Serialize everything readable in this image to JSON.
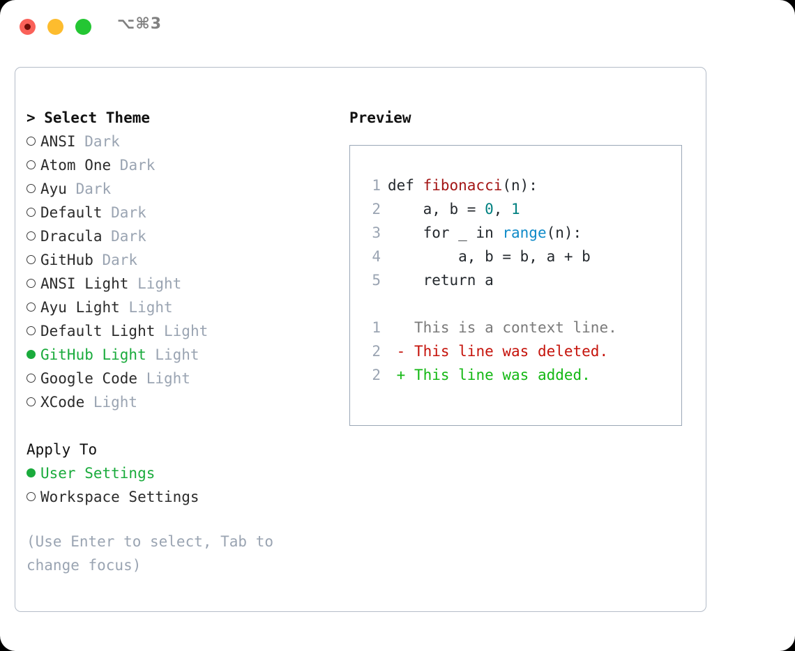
{
  "titlebar": {
    "shortcut": "⌥⌘3",
    "traffic_lights": [
      {
        "name": "close",
        "color": "#fa6159"
      },
      {
        "name": "minimize",
        "color": "#fdbc2e"
      },
      {
        "name": "maximize",
        "color": "#24c633"
      }
    ]
  },
  "theme_selector": {
    "heading": "> Select Theme",
    "bullet_selected": "●",
    "bullet_unselected": "○",
    "accent_color": "#1aab3c",
    "tag_color": "#9aa4b2",
    "items": [
      {
        "name": "ANSI",
        "tag": "Dark",
        "selected": false
      },
      {
        "name": "Atom One",
        "tag": "Dark",
        "selected": false
      },
      {
        "name": "Ayu",
        "tag": "Dark",
        "selected": false
      },
      {
        "name": "Default",
        "tag": "Dark",
        "selected": false
      },
      {
        "name": "Dracula",
        "tag": "Dark",
        "selected": false
      },
      {
        "name": "GitHub",
        "tag": "Dark",
        "selected": false
      },
      {
        "name": "ANSI Light",
        "tag": "Light",
        "selected": false
      },
      {
        "name": "Ayu Light",
        "tag": "Light",
        "selected": false
      },
      {
        "name": "Default Light",
        "tag": "Light",
        "selected": false
      },
      {
        "name": "GitHub Light",
        "tag": "Light",
        "selected": true
      },
      {
        "name": "Google Code",
        "tag": "Light",
        "selected": false
      },
      {
        "name": "XCode",
        "tag": "Light",
        "selected": false
      }
    ]
  },
  "apply_to": {
    "heading": "Apply To",
    "items": [
      {
        "name": "User Settings",
        "selected": true
      },
      {
        "name": "Workspace Settings",
        "selected": false
      }
    ]
  },
  "help": {
    "line1": "(Use Enter to select, Tab to",
    "line2": "change focus)"
  },
  "preview": {
    "title": "Preview",
    "code_lines": [
      {
        "number": "1",
        "tokens": [
          {
            "text": "def ",
            "kind": "kw"
          },
          {
            "text": "fibonacci",
            "kind": "fn"
          },
          {
            "text": "(n):",
            "kind": "plain"
          }
        ]
      },
      {
        "number": "2",
        "tokens": [
          {
            "text": "    a, b = ",
            "kind": "plain"
          },
          {
            "text": "0",
            "kind": "num"
          },
          {
            "text": ", ",
            "kind": "plain"
          },
          {
            "text": "1",
            "kind": "num"
          }
        ]
      },
      {
        "number": "3",
        "tokens": [
          {
            "text": "    for _ in ",
            "kind": "kw"
          },
          {
            "text": "range",
            "kind": "call"
          },
          {
            "text": "(n):",
            "kind": "plain"
          }
        ]
      },
      {
        "number": "4",
        "tokens": [
          {
            "text": "        a, b = b, a + b",
            "kind": "plain"
          }
        ]
      },
      {
        "number": "5",
        "tokens": [
          {
            "text": "    return a",
            "kind": "kw"
          }
        ]
      }
    ],
    "diff_lines": [
      {
        "number": "1",
        "marker": " ",
        "text": " This is a context line.",
        "kind": "ctx"
      },
      {
        "number": "2",
        "marker": "-",
        "text": " This line was deleted.",
        "kind": "del"
      },
      {
        "number": "2",
        "marker": "+",
        "text": " This line was added.",
        "kind": "add"
      }
    ],
    "syntax_colors": {
      "keyword": "#24292e",
      "function": "#a31515",
      "number": "#008080",
      "call": "#0e8ac8",
      "line_number": "#9aa4b2",
      "diff_context": "#7a7a7a",
      "diff_deleted": "#c5130b",
      "diff_added": "#14b814"
    }
  }
}
